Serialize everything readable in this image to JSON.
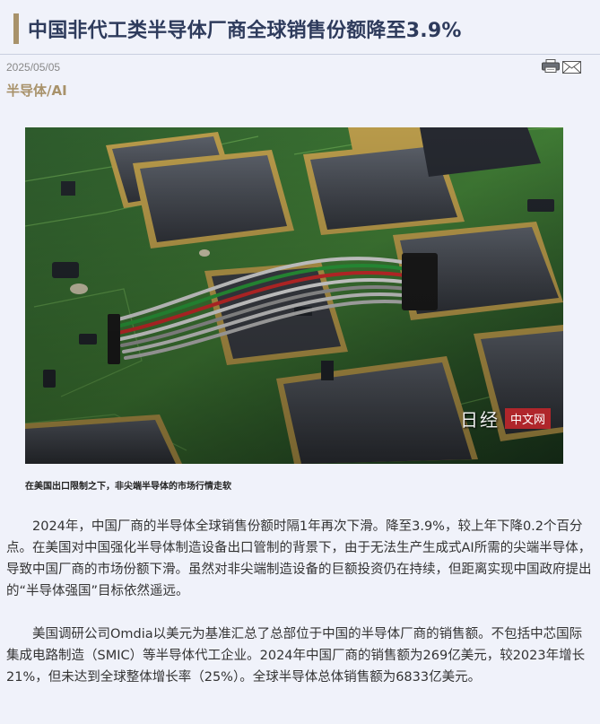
{
  "article": {
    "title": "中国非代工类半导体厂商全球销售份额降至3.9%",
    "date": "2025/05/05",
    "category": "半导体/AI",
    "image": {
      "watermark_logo": "日经",
      "watermark_label": "中文网"
    },
    "caption": "在美国出口限制之下，非尖端半导体的市场行情走软",
    "paragraphs": [
      "2024年，中国厂商的半导体全球销售份额时隔1年再次下滑。降至3.9%，较上年下降0.2个百分点。在美国对中国强化半导体制造设备出口管制的背景下，由于无法生产生成式AI所需的尖端半导体，导致中国厂商的市场份额下滑。虽然对非尖端制造设备的巨额投资仍在持续，但距离实现中国政府提出的“半导体强国”目标依然遥远。",
      "美国调研公司Omdia以美元为基准汇总了总部位于中国的半导体厂商的销售额。不包括中芯国际集成电路制造（SMIC）等半导体代工企业。2024年中国厂商的销售额为269亿美元，较2023年增长21%，但未达到全球整体增长率（25%）。全球半导体总体销售额为6833亿美元。"
    ]
  },
  "toolbar": {
    "print_icon": "printer-icon",
    "mail_icon": "mail-icon"
  },
  "colors": {
    "accent": "#a8926a",
    "title": "#2e3b5c",
    "background": "#f0f2fa"
  }
}
